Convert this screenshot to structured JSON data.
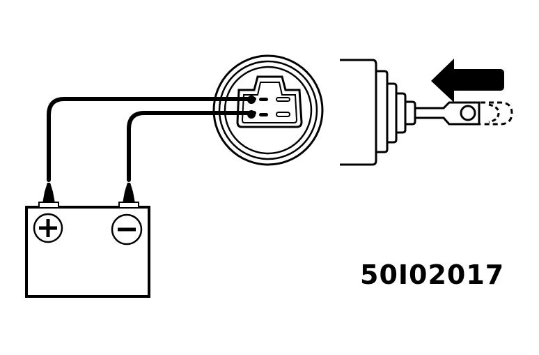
{
  "figure": {
    "reference_code": "50I02017",
    "components": {
      "battery": {
        "positive_symbol": "+",
        "negative_symbol": "−"
      },
      "switch_connector": {
        "terminal_count": 4,
        "connected_terminals": 2
      },
      "actuator": {
        "direction": "left"
      }
    },
    "colors": {
      "ink": "#000000",
      "background": "#ffffff"
    }
  }
}
